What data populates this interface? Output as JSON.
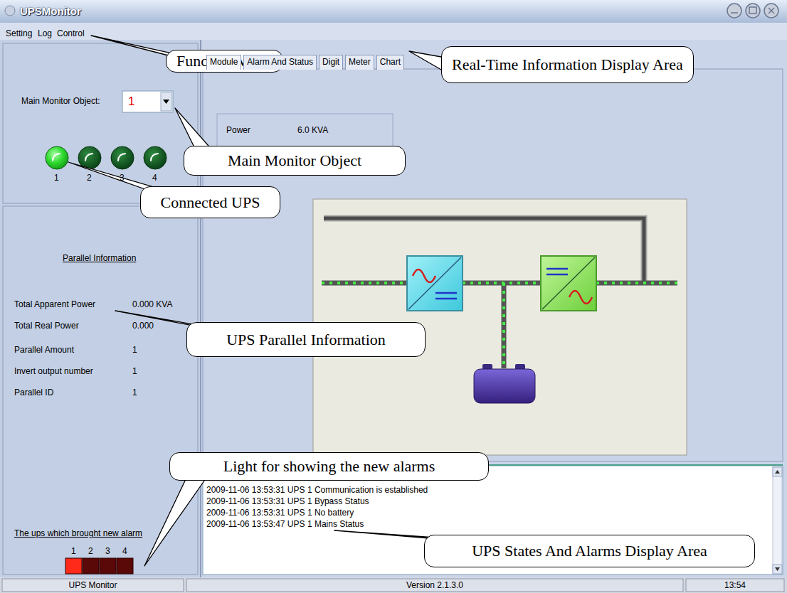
{
  "diagram": {
    "title": "UPSMonitor",
    "nodes": [
      {
        "text": [
          "Function Menu"
        ]
      },
      {
        "text": [
          "Real-Time Information Display Area"
        ]
      },
      {
        "text": [
          "Main Monitor Object"
        ]
      },
      {
        "text": [
          "Connected UPS"
        ]
      },
      {
        "text": [
          "UPS Parallel Information"
        ]
      },
      {
        "text": [
          "Light for showing the new alarms"
        ]
      },
      {
        "text": [
          "UPS States And Alarms Display Area"
        ]
      },
      {
        "text": [
          "Module"
        ]
      },
      {
        "text": [
          "Alarm And Status"
        ]
      },
      {
        "text": [
          "Digit"
        ]
      },
      {
        "text": [
          "Meter"
        ]
      },
      {
        "text": [
          "Chart"
        ]
      }
    ],
    "labels": [
      "Setting",
      "Log",
      "Control",
      "Main Monitor Object:",
      "1",
      "1",
      "2",
      "3",
      "4",
      "Power",
      "6.0 KVA",
      "Parallel Information",
      "Total Apparent Power",
      "0.000 KVA",
      "Total Real Power",
      "0.000",
      "Parallel Amount",
      "1",
      "Invert output number",
      "1",
      "Parallel ID",
      "1",
      "The ups which brought new alarm",
      "1",
      "2",
      "3",
      "4",
      "2009-11-06 13:53:31 UPS 1 Communication is established",
      "2009-11-06 13:53:31 UPS 1 Bypass Status",
      "2009-11-06 13:53:31 UPS 1 No battery",
      "2009-11-06 13:53:47 UPS 1 Mains Status",
      "UPS Monitor",
      "Version 2.1.3.0",
      "13:54"
    ]
  }
}
